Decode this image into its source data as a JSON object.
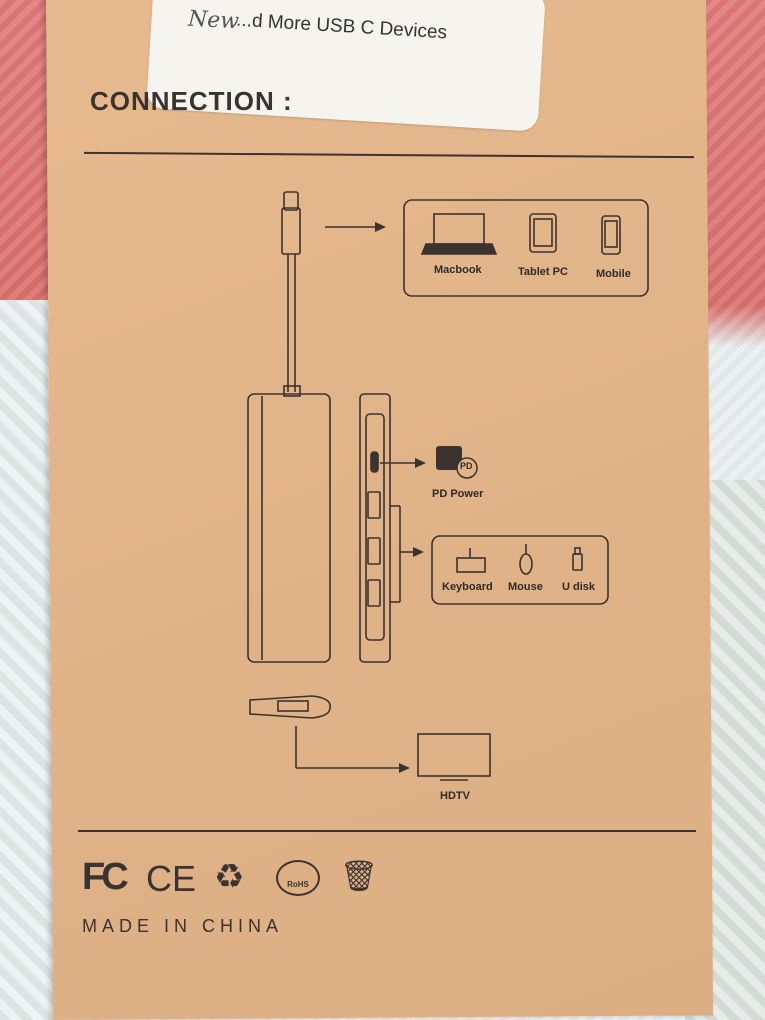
{
  "sticker": {
    "new_label": "New",
    "text": "...d More USB C Devices"
  },
  "connection": {
    "title": "CONNECTION :"
  },
  "devices_top": {
    "items": [
      "Macbook",
      "Tablet PC",
      "Mobile"
    ]
  },
  "pd": {
    "badge": "PD",
    "label": "PD Power"
  },
  "usb_devices": {
    "items": [
      "Keyboard",
      "Mouse",
      "U disk"
    ]
  },
  "hdmi": {
    "label": "HDTV"
  },
  "certifications": {
    "fc": "FC",
    "ce": "CE",
    "rohs": "RoHS"
  },
  "footer": {
    "made_in": "MADE IN CHINA"
  },
  "colors": {
    "box": "#e2b489",
    "ink": "#3a3330",
    "sticker": "#f6f4ef"
  }
}
